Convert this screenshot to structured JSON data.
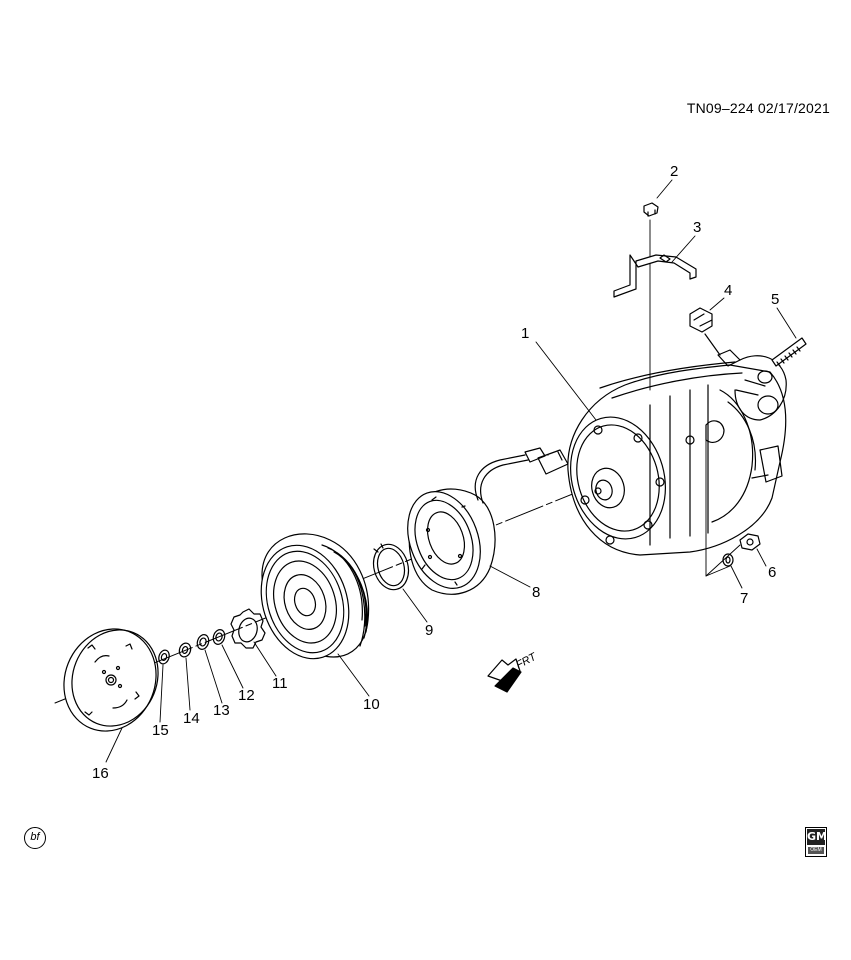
{
  "header": {
    "code": "TN09–224  02/17/2021"
  },
  "callouts": [
    "1",
    "2",
    "3",
    "4",
    "5",
    "6",
    "7",
    "8",
    "9",
    "10",
    "11",
    "12",
    "13",
    "14",
    "15",
    "16"
  ],
  "direction_arrow": {
    "label": "FRT"
  },
  "footer": {
    "badge": "bf",
    "logo_top": "GM",
    "logo_bottom": "OEM"
  }
}
